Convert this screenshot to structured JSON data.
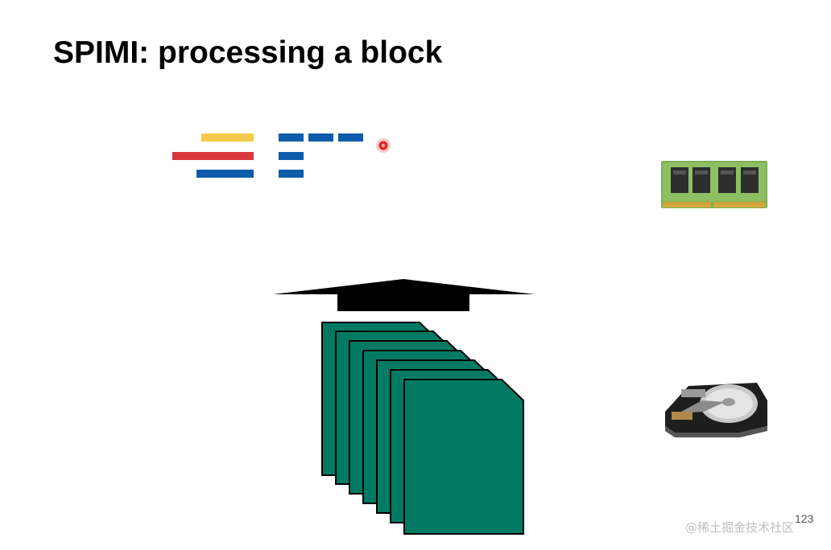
{
  "slide": {
    "title": "SPIMI: processing a block",
    "page_number": "123"
  },
  "watermark": {
    "text": "@稀土掘金技术社区"
  },
  "colors": {
    "yellow": "#f5c94a",
    "red": "#d6373b",
    "blue": "#0d5cab",
    "block_green": "#007a63",
    "pointer": "#e52222",
    "arrow": "#000000"
  },
  "icons": {
    "memory": "ram-module-icon",
    "disk": "hard-disk-icon",
    "arrow": "up-arrow-icon",
    "pointer": "laser-pointer-dot"
  }
}
